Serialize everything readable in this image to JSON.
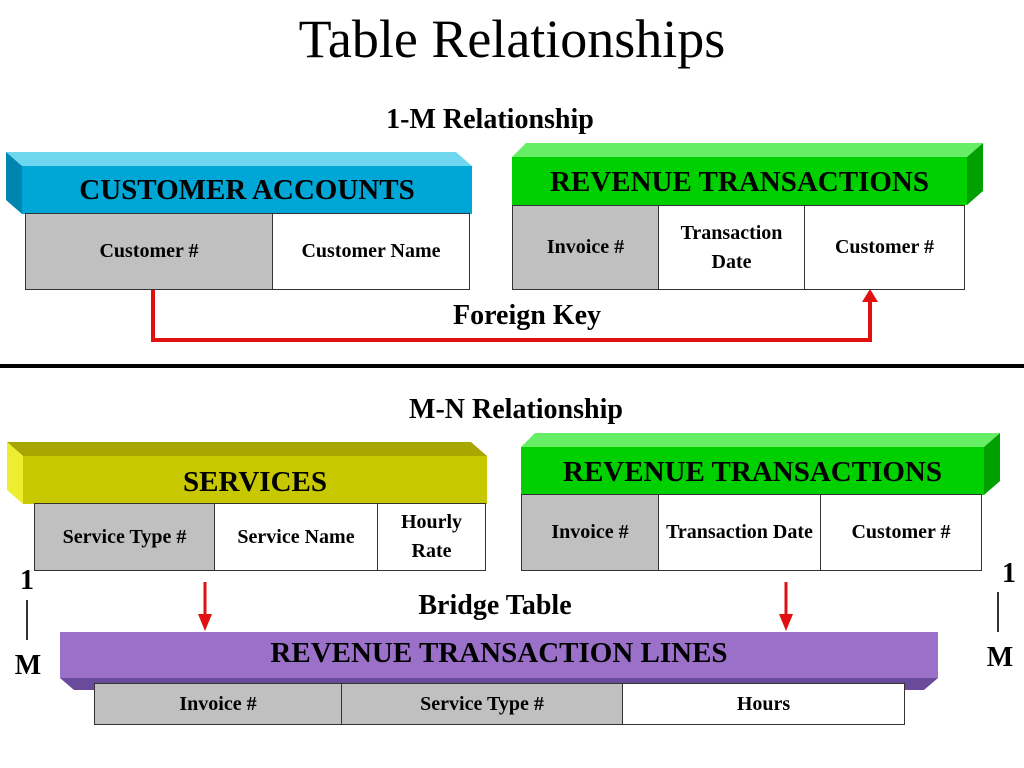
{
  "title": "Table Relationships",
  "one_to_many": {
    "heading": "1-M Relationship",
    "customer_accounts": {
      "name": "CUSTOMER ACCOUNTS",
      "color": "#00a6d6",
      "columns": [
        "Customer #",
        "Customer Name"
      ]
    },
    "revenue_transactions": {
      "name": "REVENUE TRANSACTIONS",
      "color": "#00d000",
      "columns": [
        "Invoice #",
        "Transaction Date",
        "Customer #"
      ]
    },
    "link_label": "Foreign Key",
    "link_color": "#e01010"
  },
  "many_to_many": {
    "heading": "M-N Relationship",
    "services": {
      "name": "SERVICES",
      "color": "#c8c800",
      "columns": [
        "Service Type #",
        "Service Name",
        "Hourly Rate"
      ]
    },
    "revenue_transactions": {
      "name": "REVENUE TRANSACTIONS",
      "color": "#00d000",
      "columns": [
        "Invoice #",
        "Transaction Date",
        "Customer #"
      ]
    },
    "bridge_label": "Bridge Table",
    "bridge_table": {
      "name": "REVENUE TRANSACTION LINES",
      "color": "#9a70c8",
      "columns": [
        "Invoice #",
        "Service Type #",
        "Hours"
      ]
    },
    "left_cardinality": {
      "one": "1",
      "many": "M"
    },
    "right_cardinality": {
      "one": "1",
      "many": "M"
    }
  }
}
